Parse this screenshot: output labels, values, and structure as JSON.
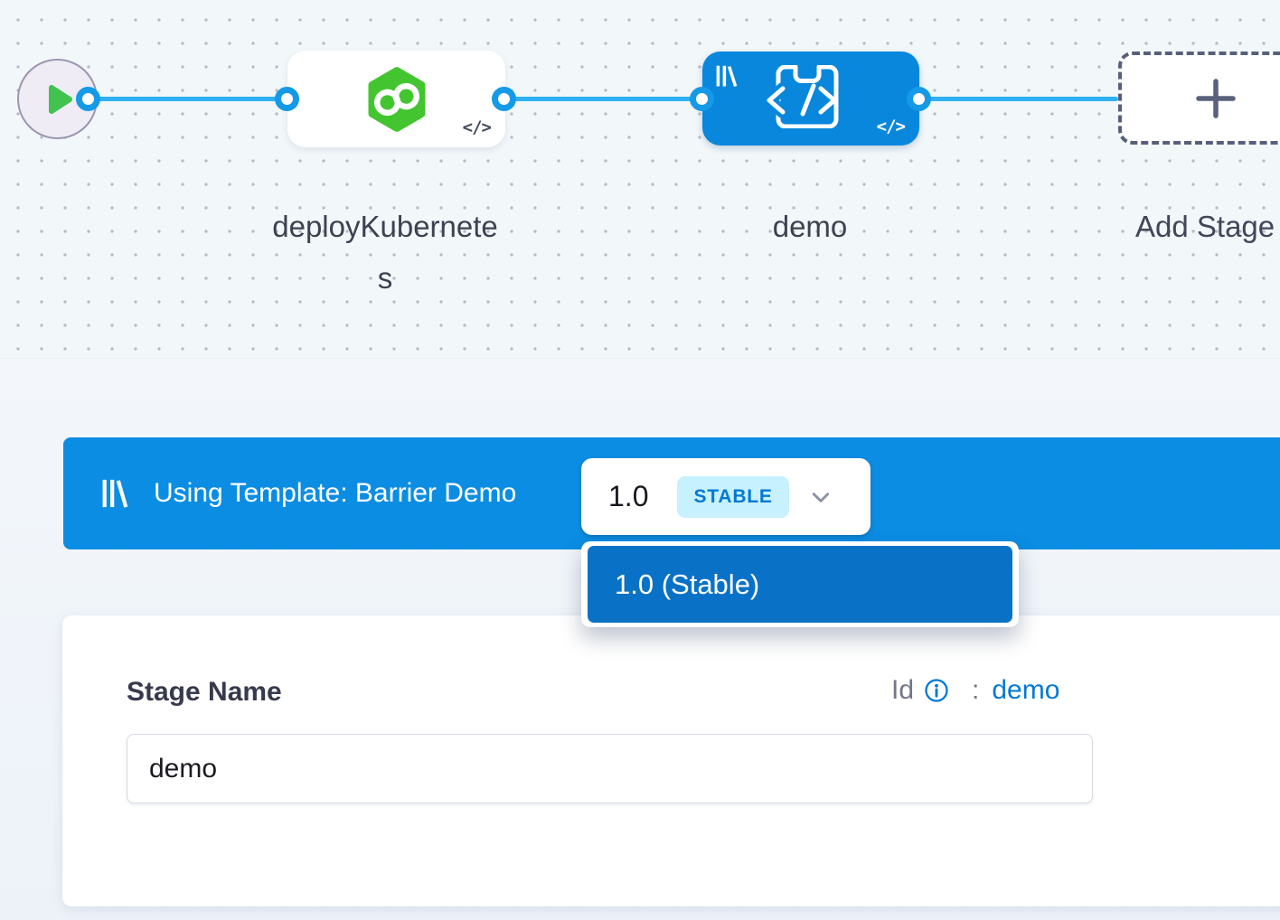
{
  "pipeline": {
    "stage1_label": "deployKubernetes",
    "stage2_label": "demo",
    "add_stage_label": "Add Stage",
    "code_glyph": "</>"
  },
  "template_banner": {
    "text": "Using Template: Barrier Demo",
    "version": "1.0",
    "badge": "STABLE"
  },
  "version_dropdown": {
    "selected_item": "1.0 (Stable)"
  },
  "form": {
    "stage_name_label": "Stage Name",
    "id_label": "Id",
    "id_separator": ":",
    "id_value": "demo",
    "stage_name_value": "demo"
  },
  "colors": {
    "banner_blue": "#0b8de3",
    "dropdown_blue": "#0a72c6",
    "selected_node_blue": "#0887dc",
    "edge_blue": "#2fb1f1",
    "port_ring_blue": "#149ae7",
    "hexagon_green": "#43c52f",
    "link_blue": "#0278d5",
    "stable_badge_bg": "#c7f1fe",
    "play_green": "#42c24f"
  }
}
